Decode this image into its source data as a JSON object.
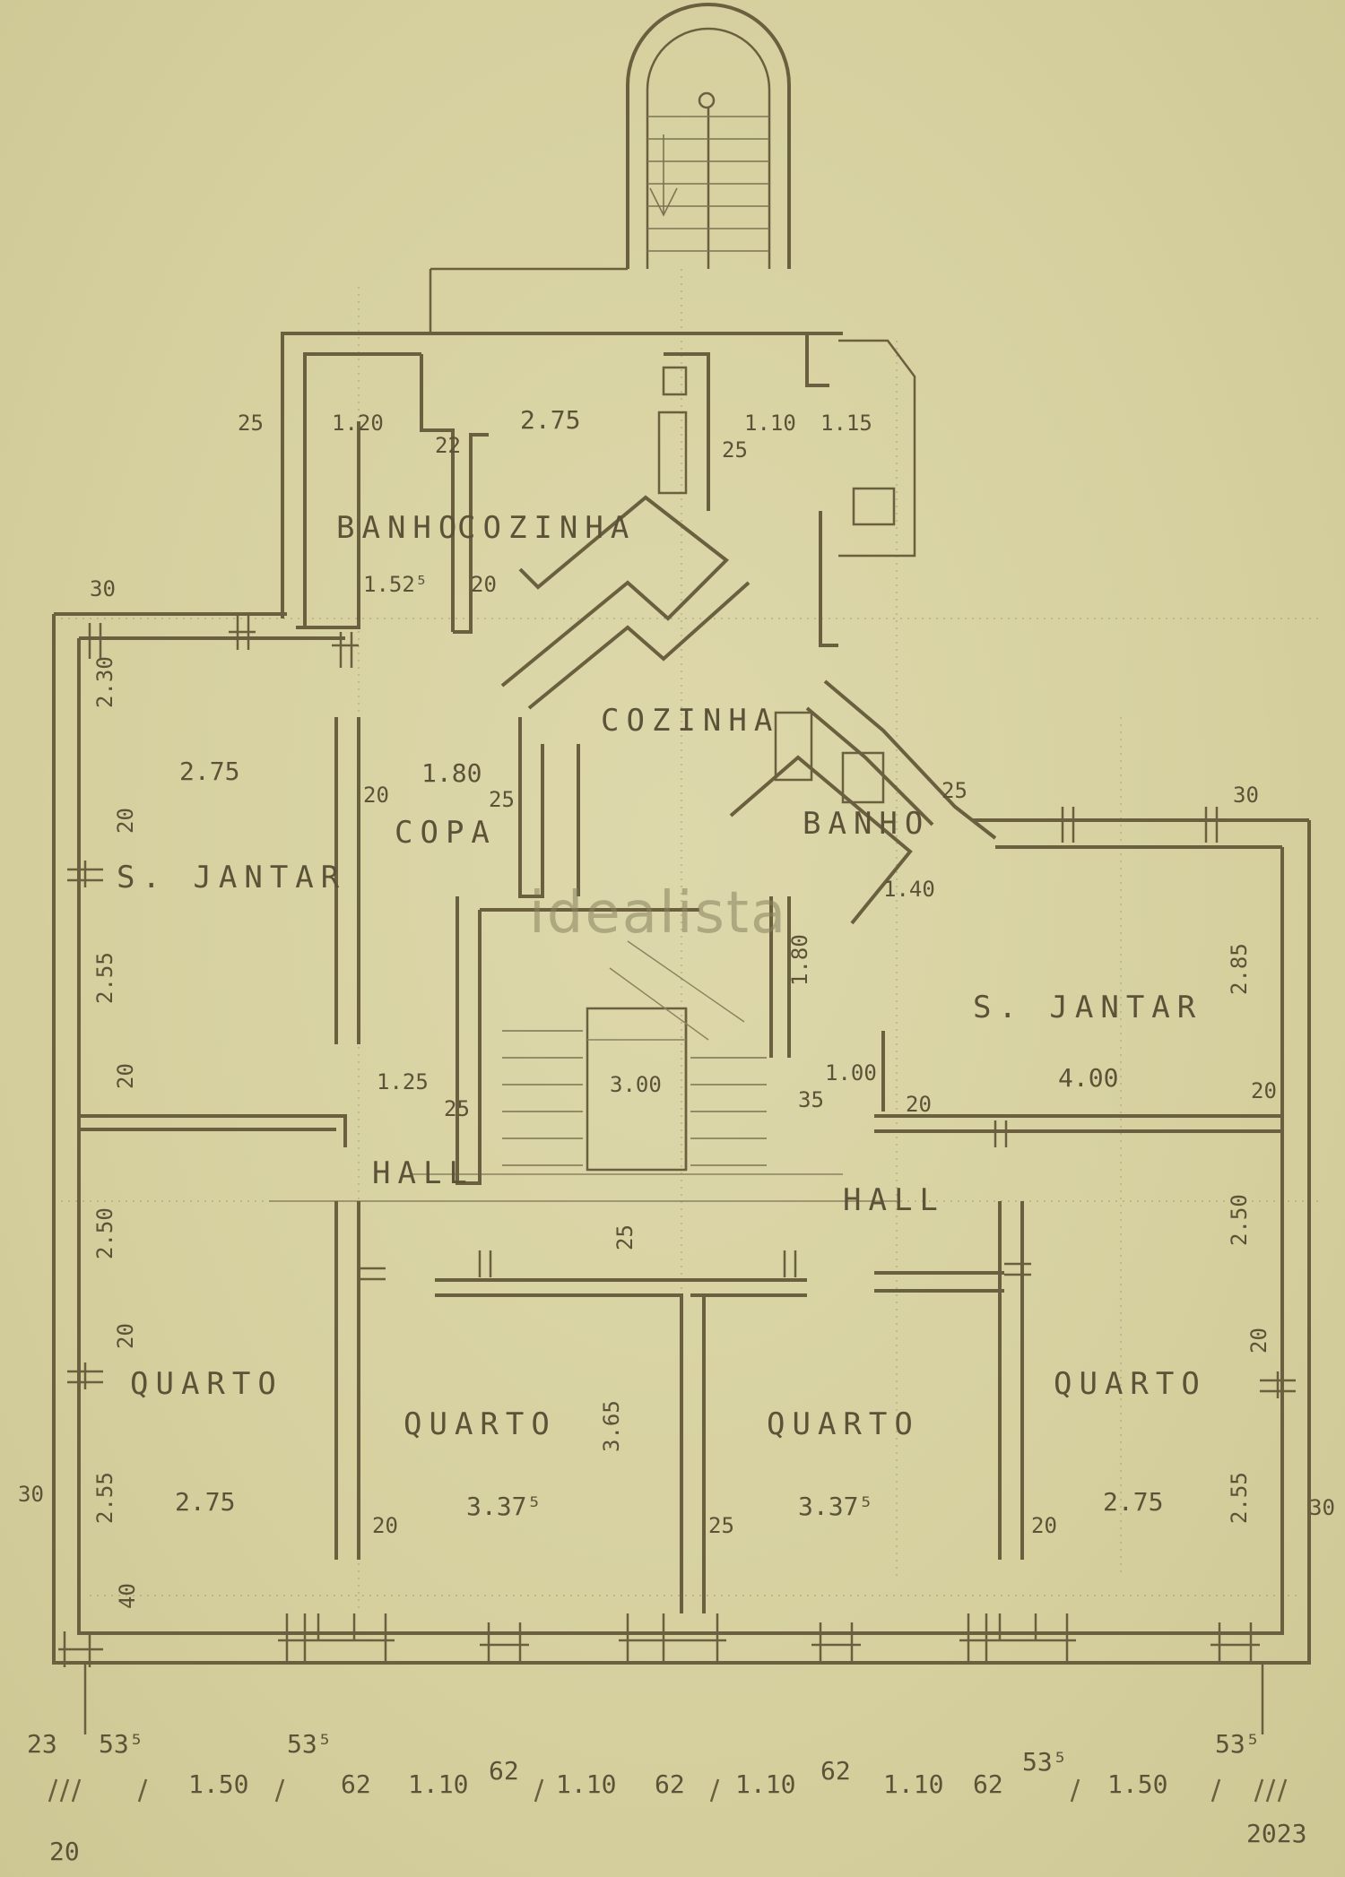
{
  "watermark": "idealista",
  "rooms": {
    "banho_top": "BANHO",
    "cozinha_top": "COZINHA",
    "cozinha_mid": "COZINHA",
    "banho_right": "BANHO",
    "copa": "COPA",
    "s_jantar_left": "S. JANTAR",
    "s_jantar_right": "S. JANTAR",
    "hall_left": "HALL",
    "hall_right": "HALL",
    "quarto_1": "QUARTO",
    "quarto_2": "QUARTO",
    "quarto_3": "QUARTO",
    "quarto_4": "QUARTO"
  },
  "dims": {
    "d25_a": "25",
    "d1_20": "1.20",
    "d2_75_top": "2.75",
    "d22": "22",
    "d1_10": "1.10",
    "d1_15": "1.15",
    "d25_b": "25",
    "d1_52": "1.52⁵",
    "d20_a": "20",
    "d30_a": "30",
    "d2_30": "2.30",
    "d2_75_l": "2.75",
    "d20_b": "20",
    "d1_80": "1.80",
    "d25_c": "25",
    "d20_c": "20",
    "d2_55_l": "2.55",
    "d1_25": "1.25",
    "d25_d": "25",
    "d20_d": "20",
    "d3_00": "3.00",
    "d1_80b": "1.80",
    "d35": "35",
    "d1_00": "1.00",
    "d20_e": "20",
    "d1_40": "1.40",
    "d25_e": "25",
    "d30_b": "30",
    "d2_85": "2.85",
    "d4_00": "4.00",
    "d20_f": "20",
    "d25_f": "25",
    "d2_50_l": "2.50",
    "d20_g": "20",
    "d2_55_l2": "2.55",
    "d2_75_q1": "2.75",
    "d30_c": "30",
    "d20_h": "20",
    "d3_65": "3.65",
    "d3_37_a": "3.37⁵",
    "d25_g": "25",
    "d3_37_b": "3.37⁵",
    "d20_i": "20",
    "d2_75_q4": "2.75",
    "d2_50_r": "2.50",
    "d20_j": "20",
    "d2_55_r": "2.55",
    "d30_d": "30",
    "d40": "40"
  },
  "bottom_dims": {
    "b1": "23",
    "b2": "53⁵",
    "b3": "1.50",
    "b4": "53⁵",
    "b5": "62",
    "b6": "1.10",
    "b7": "62",
    "b8": "1.10",
    "b9": "62",
    "b10": "1.10",
    "b11": "62",
    "b12": "1.10",
    "b13": "62",
    "b14": "53⁵",
    "b15": "1.50",
    "b16": "53⁵",
    "b17": "20",
    "b18": "2023"
  }
}
